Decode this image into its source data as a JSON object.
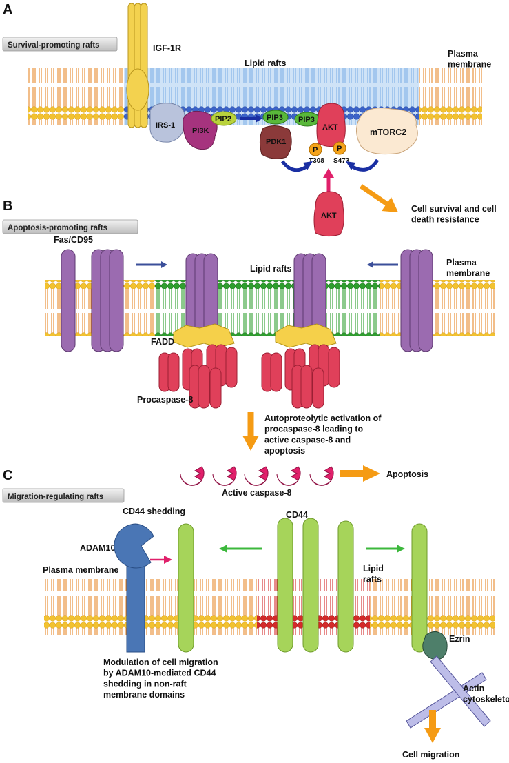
{
  "panels": {
    "a": {
      "letter": "A",
      "header": "Survival-promoting rafts",
      "labels": {
        "receptor": "IGF-1R",
        "rafts": "Lipid rafts",
        "membrane": "Plasma\nmembrane",
        "irs1": "IRS-1",
        "pi3k": "PI3K",
        "pip2": "PIP2",
        "pip3_a": "PIP3",
        "pip3_b": "PIP3",
        "pdk1": "PDK1",
        "akt_membrane": "AKT",
        "phospho_a": "P",
        "phospho_b": "P",
        "t308": "T308",
        "s473": "S473",
        "mtorc2": "mTORC2",
        "akt_cytosol": "AKT",
        "outcome": "Cell survival and cell\ndeath resistance"
      }
    },
    "b": {
      "letter": "B",
      "header": "Apoptosis-promoting rafts",
      "labels": {
        "receptor": "Fas/CD95",
        "rafts": "Lipid rafts",
        "membrane": "Plasma\nmembrane",
        "fadd": "FADD",
        "procaspase": "Procaspase-8",
        "activation": "Autoproteolytic activation of\nprocaspase-8 leading to\nactive caspase-8 and\napoptosis",
        "active_caspase": "Active caspase-8",
        "outcome": "Apoptosis"
      }
    },
    "c": {
      "letter": "C",
      "header": "Migration-regulating rafts",
      "labels": {
        "shedding": "CD44 shedding",
        "cd44": "CD44",
        "adam10": "ADAM10",
        "membrane": "Plasma membrane",
        "rafts": "Lipid\nrafts",
        "ezrin": "Ezrin",
        "actin": "Actin\ncytoskeleton",
        "modulation": "Modulation of cell migration\nby ADAM10-mediated CD44\nshedding in non-raft\nmembrane domains",
        "outcome": "Cell migration"
      }
    }
  },
  "colors": {
    "membrane_yellow": "#f2c230",
    "membrane_orange": "#e88a2a",
    "raft_blue": "#3b63c9",
    "raft_green": "#2f9e2f",
    "raft_red": "#d42a2a",
    "igf1r": "#f3d24f",
    "fas": "#9b6bb0",
    "caspase": "#e0405a",
    "cd44": "#a6d45a",
    "adam10": "#4a76b5",
    "akt": "#e0405a",
    "pdk1": "#8b3a3a",
    "pip": "#59b83a",
    "phospho": "#f5a31a",
    "arrow_orange": "#f59b14",
    "arrow_blue": "#1a2fa3",
    "arrow_pink": "#e0206a",
    "arrow_green": "#3cb83c",
    "arrow_navy": "#3b4f9a"
  }
}
